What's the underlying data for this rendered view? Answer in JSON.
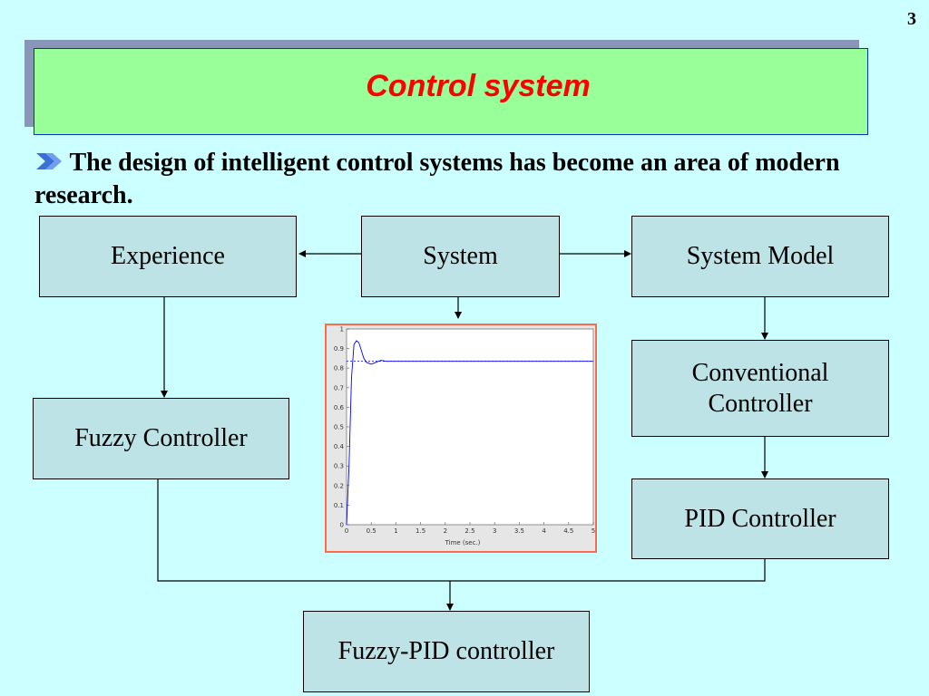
{
  "slide": {
    "page_number": "3",
    "title": "Control system",
    "bullet_text": "The design of intelligent control systems has become an area of modern research."
  },
  "diagram": {
    "boxes": {
      "experience": "Experience",
      "system": "System",
      "system_model": "System Model",
      "conventional_line1": "Conventional",
      "conventional_line2": "Controller",
      "fuzzy": "Fuzzy Controller",
      "pid": "PID Controller",
      "fuzzy_pid": "Fuzzy-PID controller"
    }
  },
  "chart_data": {
    "type": "line",
    "xlabel": "Time (sec.)",
    "x_ticks": [
      "0",
      "0.5",
      "1",
      "1.5",
      "2",
      "2.5",
      "3",
      "3.5",
      "4",
      "4.5",
      "5"
    ],
    "y_ticks": [
      "0",
      "0.1",
      "0.2",
      "0.3",
      "0.4",
      "0.5",
      "0.6",
      "0.7",
      "0.8",
      "0.9",
      "1"
    ],
    "xlim": [
      0,
      5
    ],
    "ylim": [
      0,
      1
    ],
    "series": [
      {
        "x": [
          0,
          0.05,
          0.1,
          0.15,
          0.2,
          0.25,
          0.3,
          0.35,
          0.4,
          0.5,
          0.6,
          0.7,
          0.8,
          1.0,
          1.5,
          2,
          3,
          4,
          5
        ],
        "y": [
          0,
          0.3,
          0.75,
          0.92,
          0.94,
          0.93,
          0.89,
          0.85,
          0.83,
          0.82,
          0.83,
          0.84,
          0.835,
          0.835,
          0.835,
          0.835,
          0.835,
          0.835,
          0.835
        ],
        "color": "#0000ff"
      },
      {
        "x": [
          0,
          5
        ],
        "y": [
          0.835,
          0.835
        ],
        "color": "#0000ff",
        "dashed": true
      }
    ]
  }
}
